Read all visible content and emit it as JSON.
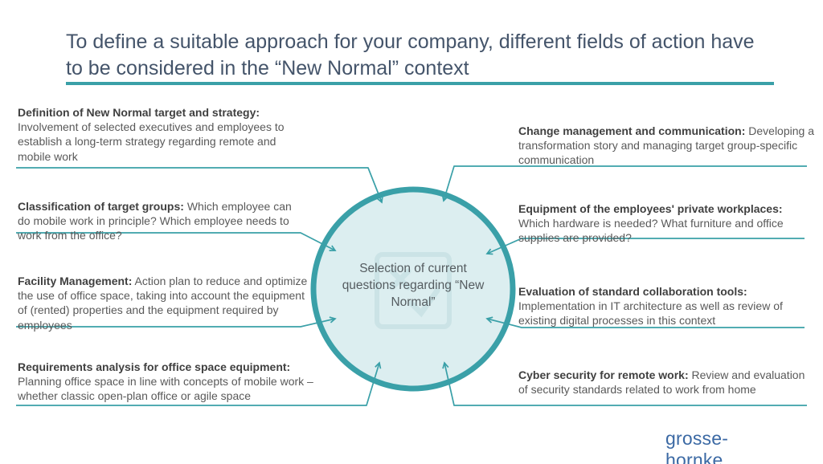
{
  "slide": {
    "title": "To define a suitable approach for your company, different fields of action have to be considered in the “New Normal” context",
    "accent_color": "#3AA0A8",
    "title_color": "#44546A",
    "circle_fill": "#DCEEF0",
    "logo": "grosse-hornke",
    "logo_color": "#3B69A4"
  },
  "center": {
    "label": "Selection of current questions regarding “New Normal”",
    "watermark_icon": "checklist-icon"
  },
  "fields_left": [
    {
      "label": "Definition of New Normal target and strategy:",
      "text": "Involvement of selected executives and employees to establish a long-term strategy regarding remote and mobile work"
    },
    {
      "label": "Classification of target groups:",
      "text": "Which employee can do mobile work in principle? Which employee needs to work from the office?"
    },
    {
      "label": "Facility Management:",
      "text": "Action plan to reduce and optimize the use of office space, taking into account the equipment of (rented) properties and the equipment required by employees"
    },
    {
      "label": "Requirements analysis for office space equipment:",
      "text": "Planning office space in line with concepts of mobile work – whether classic open-plan office or agile space"
    }
  ],
  "fields_right": [
    {
      "label": "Change management and communication:",
      "text": "Developing a transformation story and managing target group-specific communication"
    },
    {
      "label": "Equipment of the employees' private workplaces:",
      "text": "Which hardware is needed? What furniture and office supplies are provided?"
    },
    {
      "label": "Evaluation of standard collaboration tools:",
      "text": "Implementation in IT architecture as well as review of existing digital processes in this context"
    },
    {
      "label": "Cyber security for remote work:",
      "text": "Review and evaluation of security standards related to work from home"
    }
  ]
}
